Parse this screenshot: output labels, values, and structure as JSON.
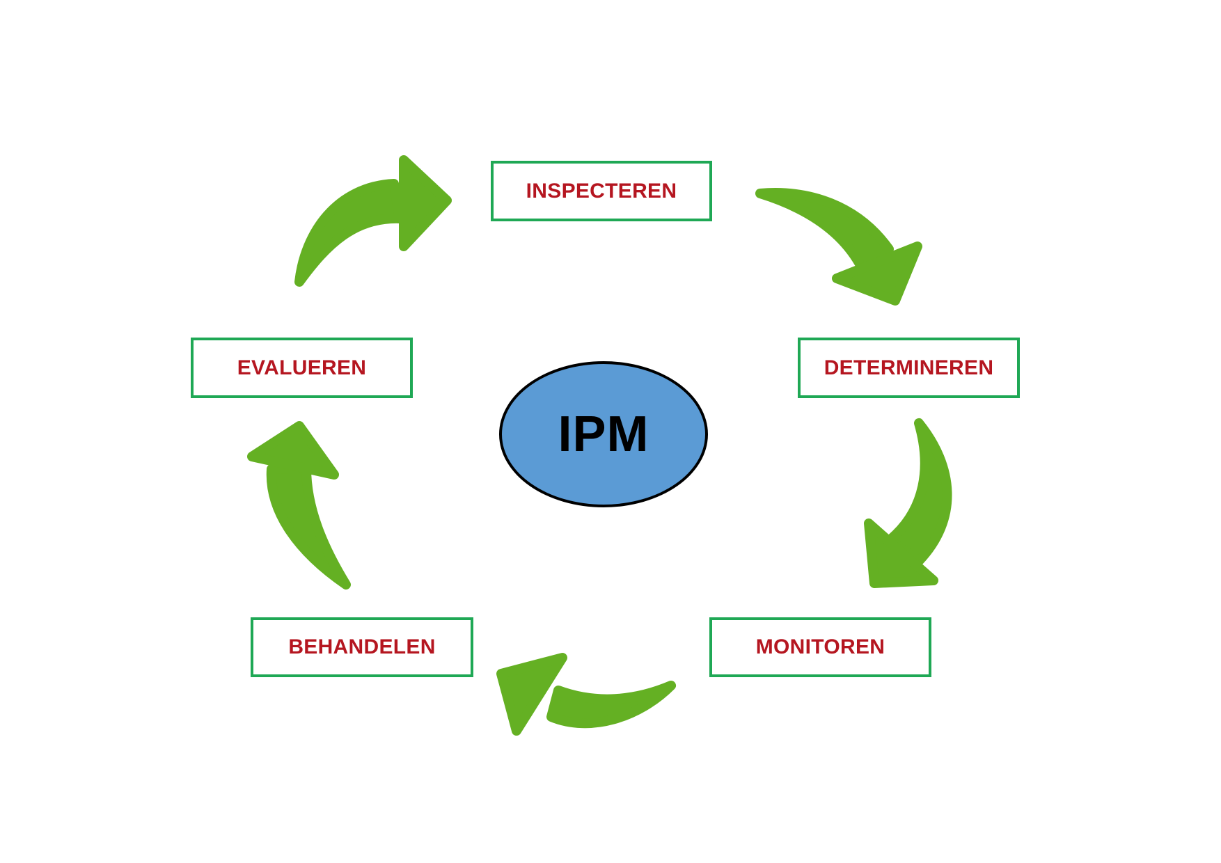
{
  "diagram": {
    "center": {
      "label": "IPM",
      "fill_color": "#5b9bd5",
      "border_color": "#000000"
    },
    "steps": [
      {
        "label": "INSPECTEREN"
      },
      {
        "label": "DETERMINEREN"
      },
      {
        "label": "MONITOREN"
      },
      {
        "label": "BEHANDELEN"
      },
      {
        "label": "EVALUEREN"
      }
    ],
    "arrows": [
      {
        "from": "INSPECTEREN",
        "to": "DETERMINEREN"
      },
      {
        "from": "DETERMINEREN",
        "to": "MONITOREN"
      },
      {
        "from": "MONITOREN",
        "to": "BEHANDELEN"
      },
      {
        "from": "BEHANDELEN",
        "to": "EVALUEREN"
      },
      {
        "from": "EVALUEREN",
        "to": "INSPECTEREN"
      }
    ],
    "colors": {
      "box_border": "#1fa855",
      "label_text": "#b51620",
      "arrow_fill": "#64b023"
    }
  }
}
